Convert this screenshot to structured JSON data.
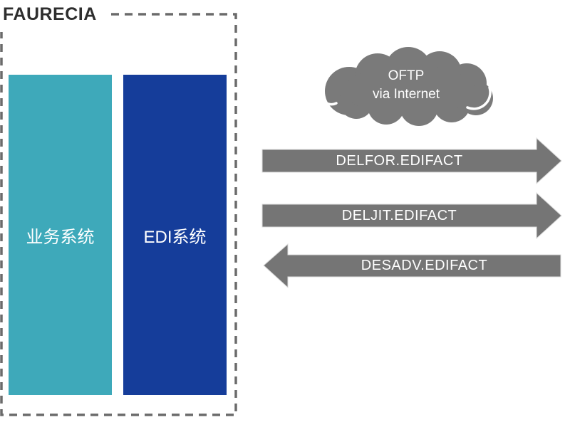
{
  "title": {
    "company": "FAURECIA"
  },
  "internal_box": {
    "systems": [
      {
        "id": "business-system",
        "label": "业务系统",
        "color": "#3EA9BA"
      },
      {
        "id": "edi-system",
        "label": "EDI系统",
        "color": "#153D9A"
      }
    ]
  },
  "cloud": {
    "line1": "OFTP",
    "line2": "via Internet"
  },
  "messages": [
    {
      "label": "DELFOR.EDIFACT",
      "direction": "right"
    },
    {
      "label": "DELJIT.EDIFACT",
      "direction": "right"
    },
    {
      "label": "DESADV.EDIFACT",
      "direction": "left"
    }
  ],
  "colors": {
    "system_business": "#3EA9BA",
    "system_edi": "#153D9A",
    "arrow_gray": "#757575",
    "arrow_edge": "#DCDCDC",
    "cloud_gray": "#7A7A7A",
    "dash_border": "#6B6B6B",
    "label_text": "#FFFFFF",
    "title_text": "#2E2E2E"
  }
}
